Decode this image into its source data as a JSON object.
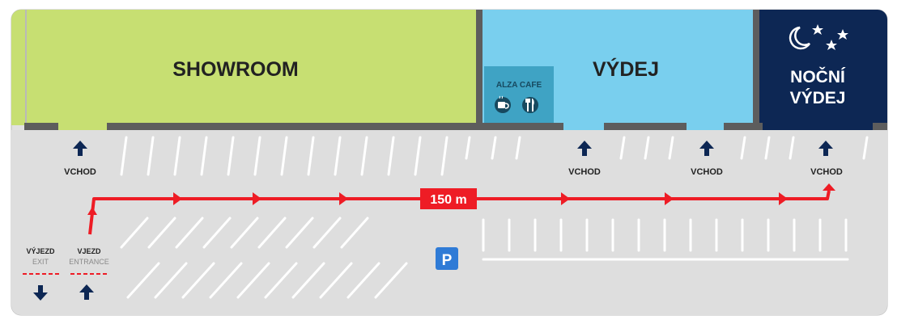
{
  "zones": {
    "showroom": "SHOWROOM",
    "vydej": "VÝDEJ",
    "nocni_line1": "NOČNÍ",
    "nocni_line2": "VÝDEJ",
    "cafe": "ALZA CAFE"
  },
  "entrances": {
    "vchod_1": "VCHOD",
    "vchod_2": "VCHOD",
    "vchod_3": "VCHOD",
    "vchod_4": "VCHOD"
  },
  "route": {
    "distance_label": "150 m"
  },
  "access": {
    "exit_cz": "VÝJEZD",
    "exit_en": "EXIT",
    "entry_cz": "VJEZD",
    "entry_en": "ENTRANCE"
  },
  "parking": {
    "sign": "P"
  },
  "icons": [
    "coffee-cup-icon",
    "cutlery-icon",
    "moon-icon",
    "star-icon",
    "parking-icon",
    "arrow-up-icon",
    "arrow-down-icon"
  ],
  "colors": {
    "showroom": "#c7df72",
    "vydej": "#79cfee",
    "cafe": "#3fa3c4",
    "nocni": "#0d2754",
    "route": "#ee1c25",
    "arrow": "#0d2754",
    "parking_sign": "#2f7bd6",
    "ground": "#dedede",
    "wall": "#5d5d5d"
  }
}
